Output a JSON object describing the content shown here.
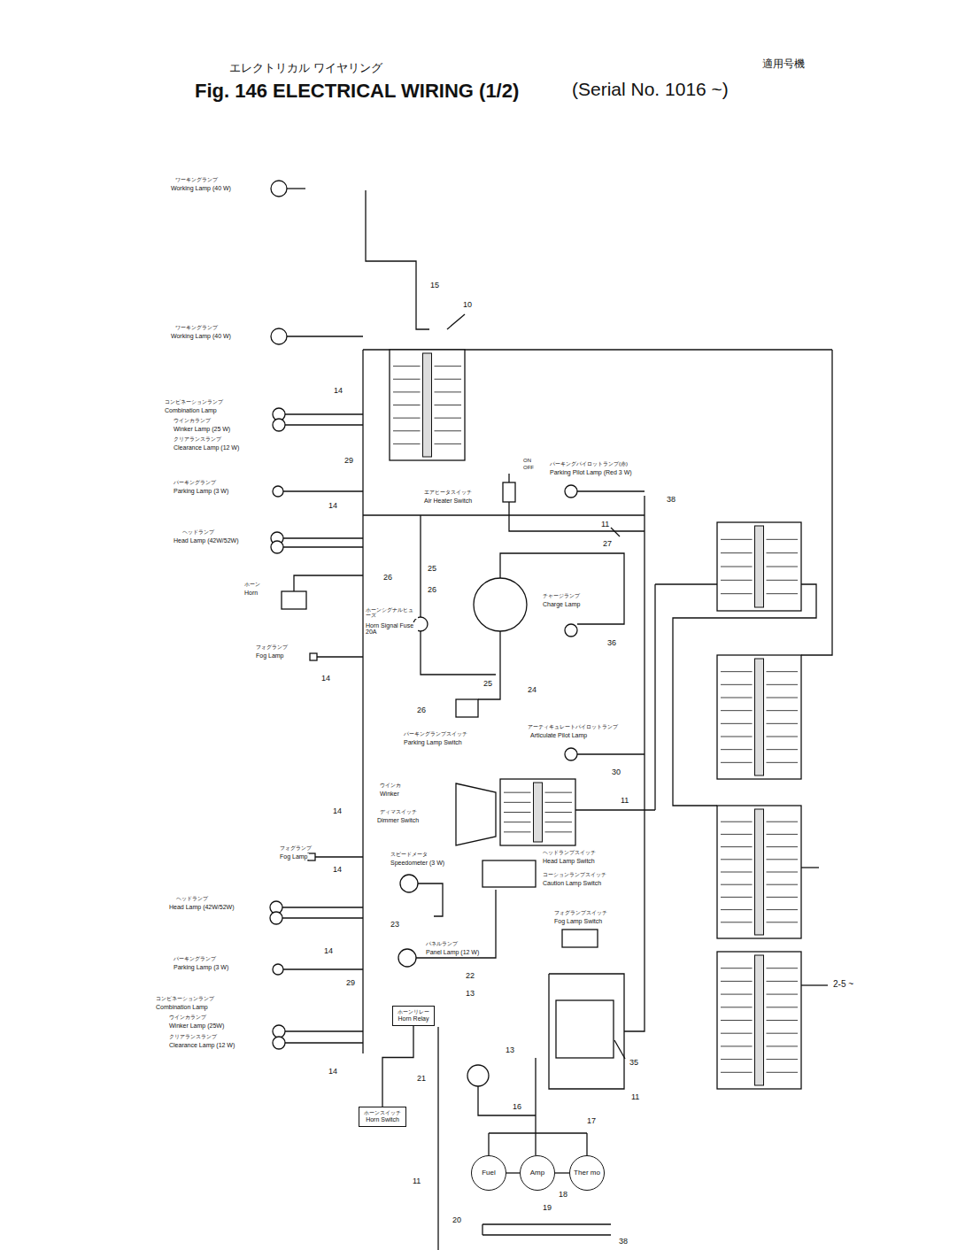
{
  "diagram": {
    "title": "Fig. 146 ELECTRICAL WIRING (1/2)",
    "nodes": [
      {
        "text": [
          "Fuel"
        ]
      },
      {
        "text": [
          "Amp"
        ]
      },
      {
        "text": [
          "Ther mo"
        ]
      },
      {
        "text": [
          "ホーンリレー",
          "Horn Relay"
        ]
      },
      {
        "text": [
          "ホーンスイッチ",
          "Horn Switch"
        ]
      }
    ],
    "edges": [
      {
        "from": 0,
        "to": 1,
        "arrow": "none"
      },
      {
        "from": 1,
        "to": 2,
        "arrow": "none"
      },
      {
        "from": 3,
        "to": 4,
        "arrow": "none"
      }
    ],
    "labels": [
      "エレクトリカル ワイヤリング",
      "適用号機",
      "(Serial No. 1016 ~)",
      "ワーキングランプ",
      "Working Lamp (40 W)",
      "15",
      "10",
      "ワーキングランプ",
      "Working Lamp (40 W)",
      "14",
      "コンビネーションランプ",
      "Combination Lamp",
      "ウインカランプ",
      "Winker Lamp (25 W)",
      "クリアランスランプ",
      "Clearance Lamp (12 W)",
      "29",
      "パーキングランプ",
      "Parking Lamp (3 W)",
      "14",
      "ヘッドランプ",
      "Head Lamp (42W/52W)",
      "ホーン",
      "Horn",
      "フォグランプ",
      "Fog Lamp",
      "14",
      "ON",
      "OFF",
      "エアヒータスイッチ",
      "Air Heater Switch",
      "パーキングパイロットランプ(赤)",
      "Parking Pilot Lamp (Red 3 W)",
      "38",
      "11",
      "26",
      "25",
      "27",
      "26",
      "ホーンシグナルヒューズ",
      "Horn Signal Fuse 20A",
      "チャージランプ",
      "Charge Lamp",
      "36",
      "26",
      "25",
      "24",
      "パーキングランプスイッチ",
      "Parking Lamp Switch",
      "アーティキュレートパイロットランプ",
      "Articulate Pilot Lamp",
      "30",
      "ウインカ",
      "Winker",
      "ディマスイッチ",
      "Dimmer Switch",
      "14",
      "11",
      "フォグランプ",
      "Fog Lamp",
      "スピードメータ",
      "Speedometer (3 W)",
      "ヘッドランプスイッチ",
      "Head Lamp Switch",
      "コーションランプスイッチ",
      "Caution Lamp Switch",
      "14",
      "ヘッドランプ",
      "Head Lamp (42W/52W)",
      "23",
      "22",
      "パネルランプ",
      "Panel Lamp (12 W)",
      "フォグランプスイッチ",
      "Fog Lamp Switch",
      "14",
      "パーキングランプ",
      "Parking Lamp (3 W)",
      "29",
      "13",
      "コンビネーションランプ",
      "Combination Lamp",
      "ウインカランプ",
      "Winker Lamp (25W)",
      "クリアランスランプ",
      "Clearance Lamp (12 W)",
      "14",
      "13",
      "35",
      "11",
      "21",
      "16",
      "17",
      "18",
      "11",
      "19",
      "20",
      "38",
      "2-5 ~"
    ]
  }
}
